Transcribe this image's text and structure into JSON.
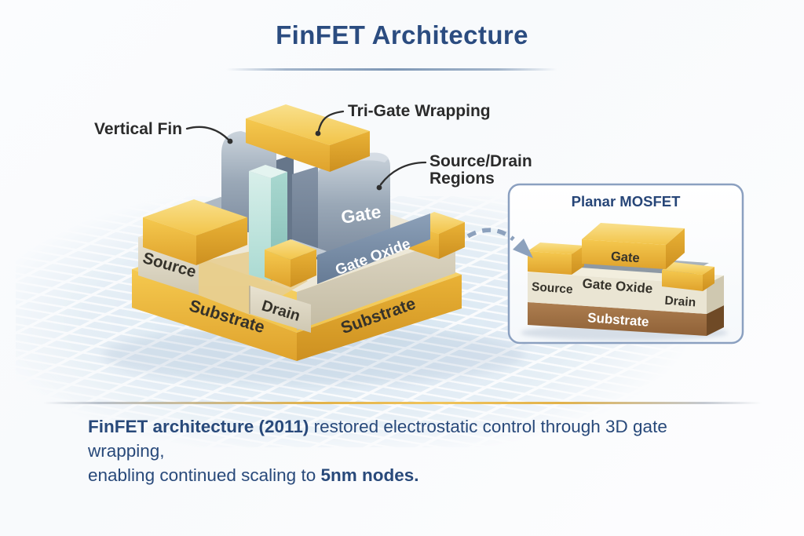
{
  "title": "FinFET Architecture",
  "main_diagram": {
    "callouts": {
      "vertical_fin": "Vertical Fin",
      "tri_gate_wrapping": "Tri-Gate Wrapping",
      "source_drain_line1": "Source/Drain",
      "source_drain_line2": "Regions"
    },
    "parts": {
      "gate": "Gate",
      "gate_oxide": "Gate Oxide",
      "source": "Source",
      "drain": "Drain",
      "substrate_left": "Substrate",
      "substrate_right": "Substrate"
    }
  },
  "inset": {
    "title": "Planar MOSFET",
    "parts": {
      "gate": "Gate",
      "gate_oxide": "Gate Oxide",
      "source": "Source",
      "drain": "Drain",
      "substrate": "Substrate"
    }
  },
  "caption": {
    "bold1": "FinFET architecture (2011)",
    "rest1": " restored electrostatic control through 3D gate wrapping,",
    "line2_start": "enabling continued scaling to ",
    "bold2": "5nm nodes."
  },
  "colors": {
    "title_blue": "#2B4C80",
    "caption_blue": "#28497A",
    "gold": "#F0BE45",
    "gate_gray": "#9AA8B7",
    "oxide_blue": "#7B90AA",
    "fin_cyan": "#BDE3DE",
    "beige": "#E0DAC7",
    "inset_brown": "#A3744A",
    "label_dark": "#2B2B2B",
    "arrow_blue": "#8CA1BD",
    "divider_gold": "#E2B24A"
  }
}
